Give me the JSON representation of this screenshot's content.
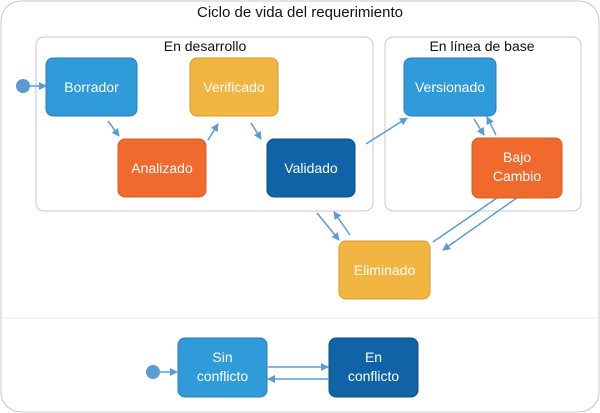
{
  "diagram": {
    "title": "Ciclo de vida del requerimiento",
    "groups": {
      "development": {
        "label": "En desarrollo"
      },
      "baseline": {
        "label": "En línea de base"
      }
    },
    "states": {
      "borrador": {
        "label": "Borrador",
        "color": "#2f9bd8"
      },
      "verificado": {
        "label": "Verificado",
        "color": "#f2b541"
      },
      "analizado": {
        "label": "Analizado",
        "color": "#ef6a2c"
      },
      "validado": {
        "label": "Validado",
        "color": "#0f63a6"
      },
      "versionado": {
        "label": "Versionado",
        "color": "#2f9bd8"
      },
      "bajo_cambio": {
        "lines": [
          "Bajo",
          "Cambio"
        ],
        "color": "#ef6a2c"
      },
      "eliminado": {
        "label": "Eliminado",
        "color": "#f2b541"
      },
      "sin_conflicto": {
        "lines": [
          "Sin",
          "conflicto"
        ],
        "color": "#2f9bd8"
      },
      "en_conflicto": {
        "lines": [
          "En",
          "conflicto"
        ],
        "color": "#0f63a6"
      }
    },
    "colors": {
      "arrow": "#5b9bd5",
      "start_dot": "#5b9bd5",
      "frame": "#c8c8c8"
    }
  }
}
